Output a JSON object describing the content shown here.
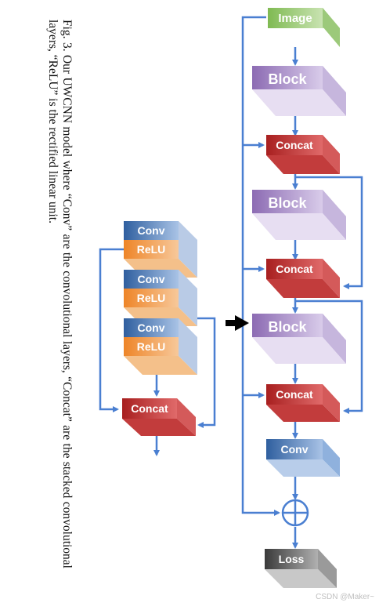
{
  "caption": {
    "label": "Fig. 3.",
    "text": "Our UWCNN model where “Conv” are the convolutional layers, “Concat” are the stacked convolutional layers, “ReLU” is the rectified linear unit."
  },
  "main_column": {
    "image_label": "Image",
    "block_label": "Block",
    "concat_label": "Concat",
    "conv_label": "Conv",
    "loss_label": "Loss"
  },
  "detail_column": {
    "conv_label": "Conv",
    "relu_label": "ReLU",
    "concat_label": "Concat"
  },
  "watermark": "CSDN @Maker~",
  "colors": {
    "arrow": "#4a7fd1",
    "image": "#7fba52",
    "block": "#8c6bb3",
    "concat": "#b22a2a",
    "conv": "#3566a8",
    "relu": "#ef8a2f",
    "loss": "#4a4a4a"
  }
}
